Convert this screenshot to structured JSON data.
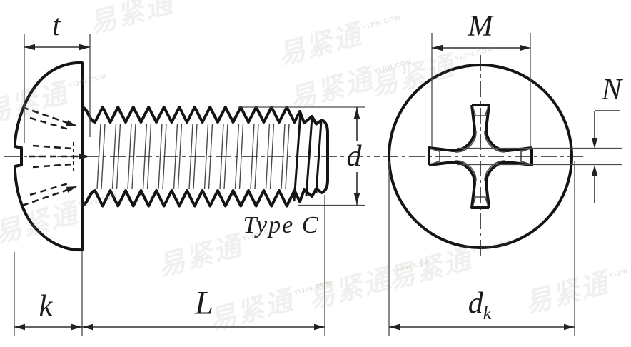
{
  "drawing": {
    "caption": "Type C",
    "labels": {
      "t": "t",
      "k": "k",
      "L": "L",
      "d": "d",
      "M": "M",
      "N": "N",
      "dk_base": "d",
      "dk_sub": "k"
    }
  },
  "watermark": {
    "cn": "易紧通",
    "en": "YIJIN.COM"
  },
  "colors": {
    "outline": "#141414",
    "thin": "#4a4a4a",
    "dimension": "#303030",
    "hidden": "#1c1c1c",
    "background": "#ffffff",
    "watermark": "#9b9080"
  }
}
